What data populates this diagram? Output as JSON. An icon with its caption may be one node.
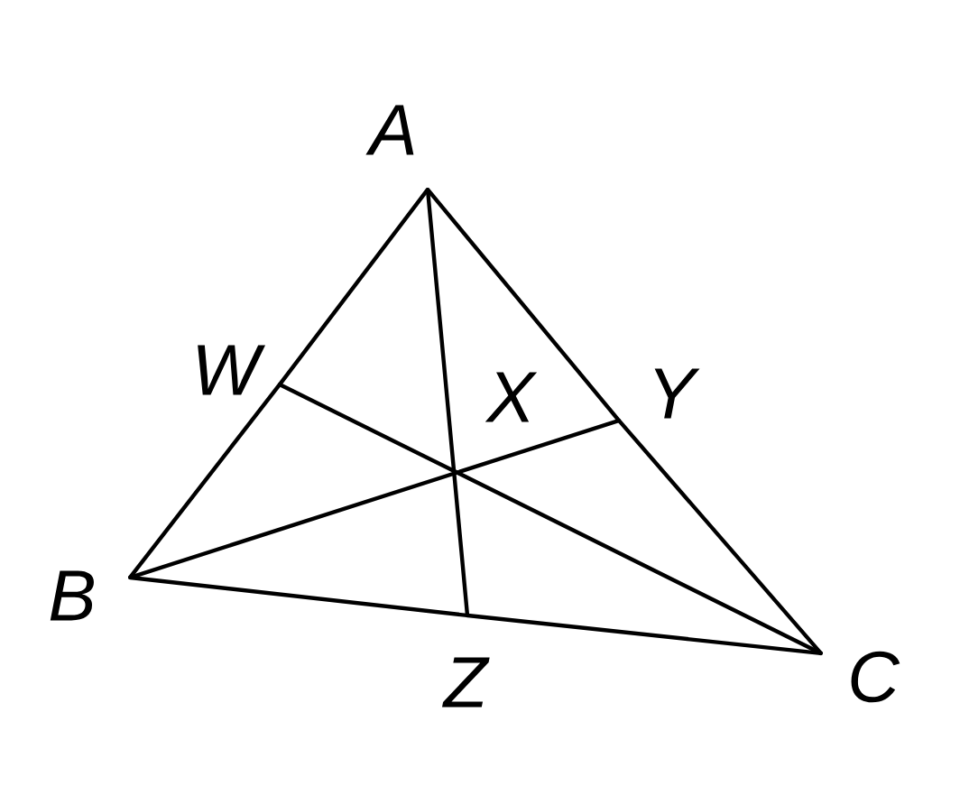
{
  "diagram": {
    "nodes": [
      {
        "text": [
          "A"
        ]
      },
      {
        "text": [
          "B"
        ]
      },
      {
        "text": [
          "C"
        ]
      },
      {
        "text": [
          "W"
        ]
      },
      {
        "text": [
          "Y"
        ]
      },
      {
        "text": [
          "Z"
        ]
      }
    ],
    "edges": [
      {
        "from": 0,
        "to": 3,
        "arrow": "none"
      },
      {
        "from": 3,
        "to": 1,
        "arrow": "none"
      },
      {
        "from": 0,
        "to": 4,
        "arrow": "none"
      },
      {
        "from": 4,
        "to": 2,
        "arrow": "none"
      },
      {
        "from": 1,
        "to": 5,
        "arrow": "none"
      },
      {
        "from": 5,
        "to": 2,
        "arrow": "none"
      },
      {
        "from": 0,
        "to": 5,
        "arrow": "none"
      },
      {
        "from": 1,
        "to": 4,
        "arrow": "none"
      },
      {
        "from": 2,
        "to": 3,
        "arrow": "none"
      }
    ],
    "labels": [
      "X"
    ]
  }
}
